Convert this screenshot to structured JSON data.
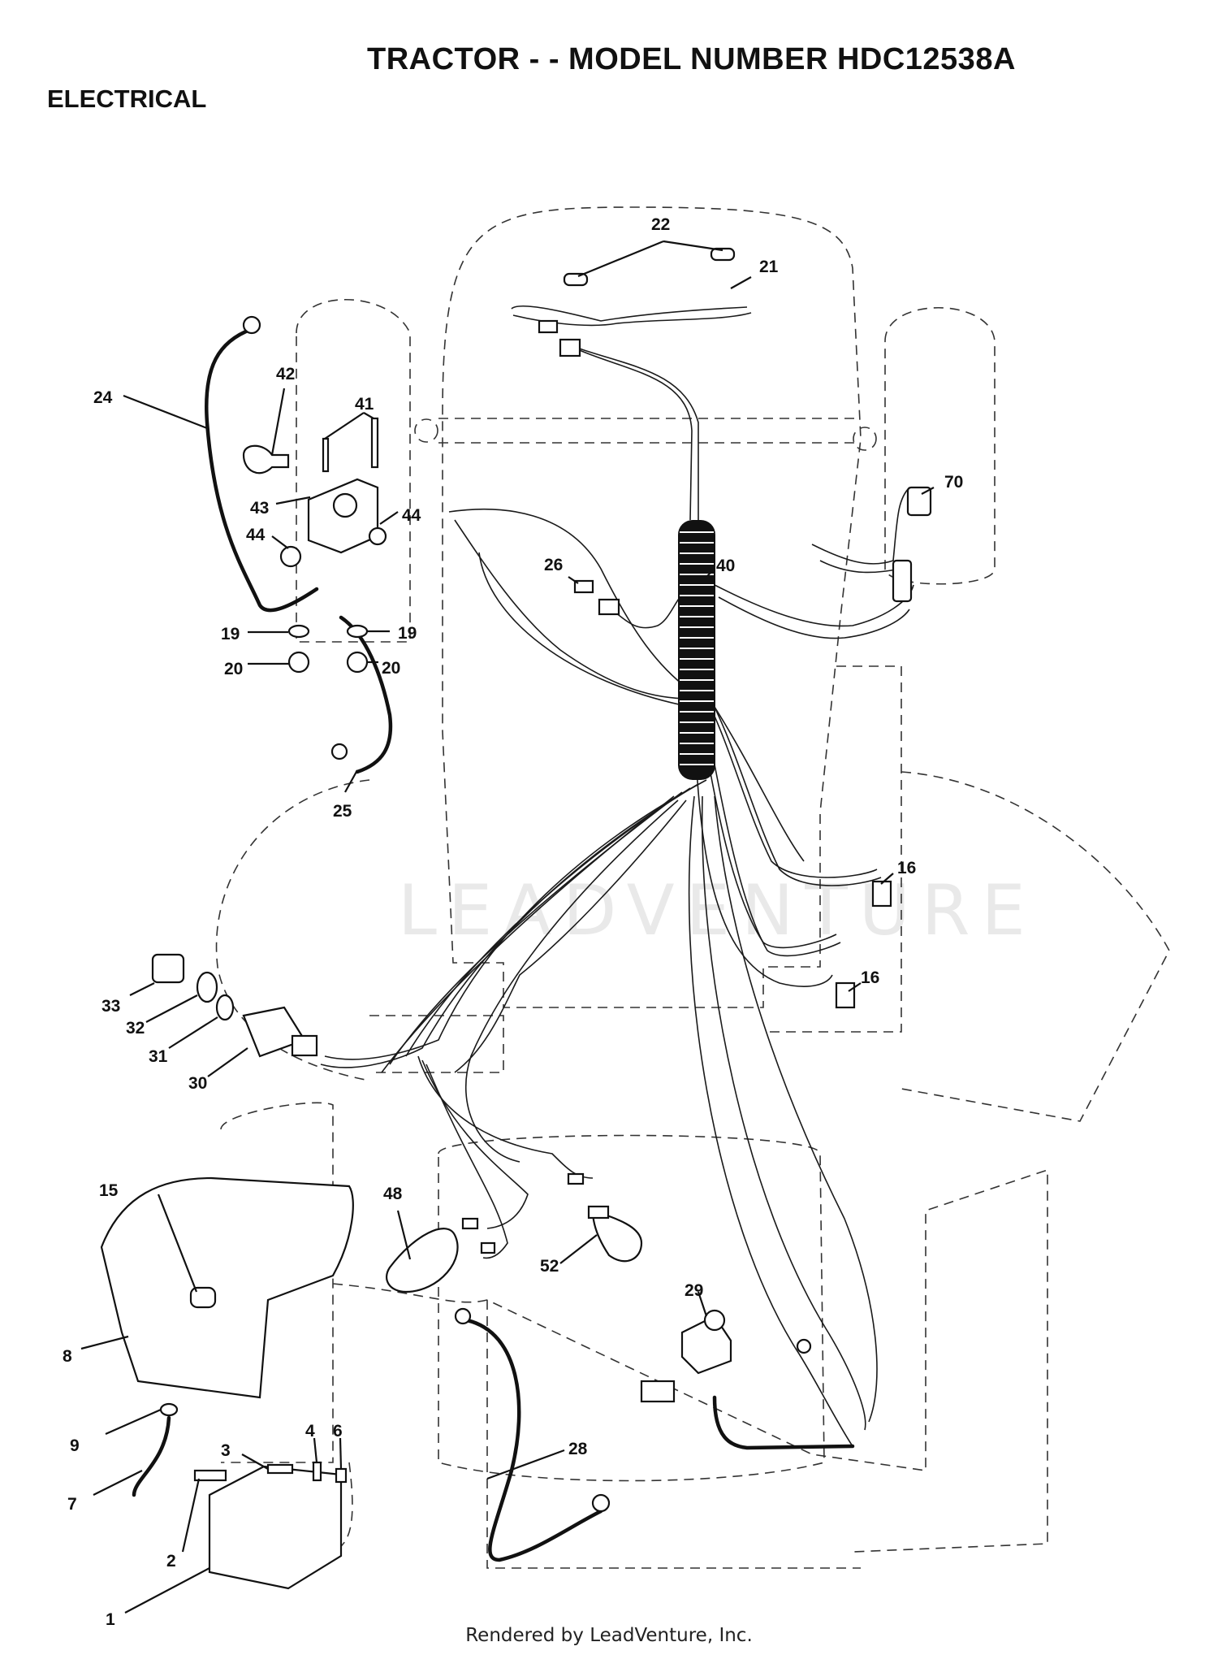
{
  "header": {
    "title": "TRACTOR - - MODEL NUMBER HDC12538A",
    "section": "ELECTRICAL"
  },
  "watermark": "LEADVENTURE",
  "footer": {
    "credit": "Rendered by LeadVenture, Inc."
  },
  "callouts": {
    "c1": "1",
    "c2": "2",
    "c3": "3",
    "c4": "4",
    "c6": "6",
    "c7": "7",
    "c8": "8",
    "c9": "9",
    "c15": "15",
    "c16a": "16",
    "c16b": "16",
    "c19a": "19",
    "c19b": "19",
    "c20a": "20",
    "c20b": "20",
    "c21": "21",
    "c22": "22",
    "c24": "24",
    "c25": "25",
    "c26": "26",
    "c28": "28",
    "c29": "29",
    "c30": "30",
    "c31": "31",
    "c32": "32",
    "c33": "33",
    "c40": "40",
    "c41": "41",
    "c42": "42",
    "c43": "43",
    "c44a": "44",
    "c44b": "44",
    "c48": "48",
    "c52": "52",
    "c70": "70"
  },
  "colors": {
    "ink": "#111111",
    "outline": "#333333",
    "watermark": "#e9e9e9"
  }
}
